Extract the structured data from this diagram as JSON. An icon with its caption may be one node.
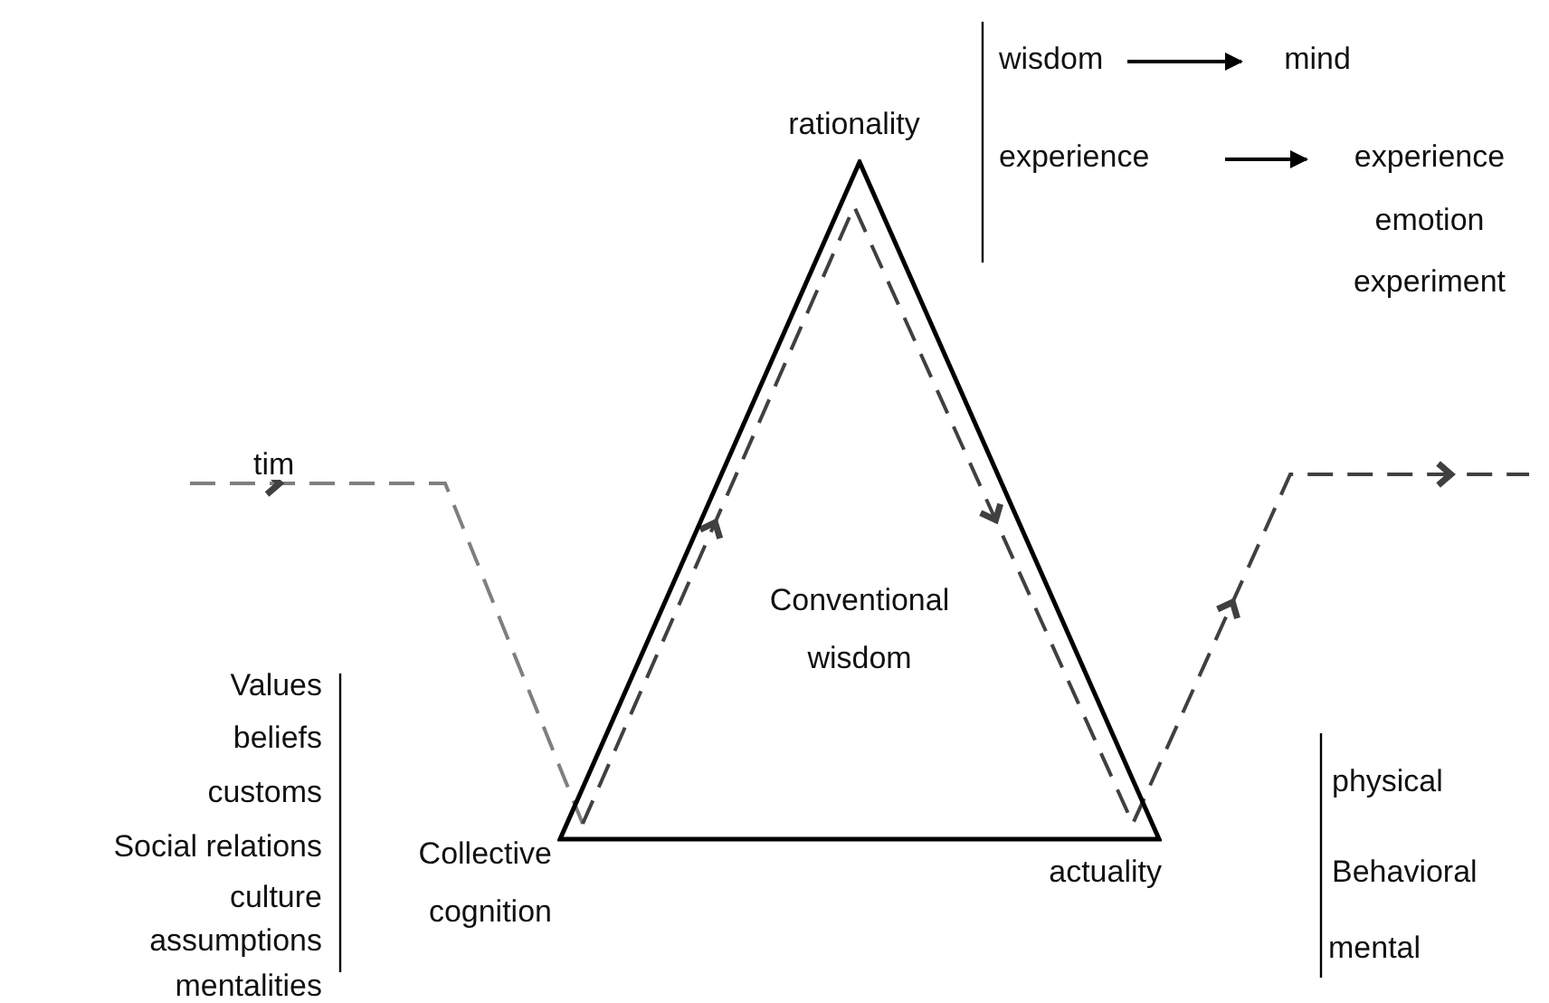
{
  "diagram": {
    "nodes": [
      {
        "text": [
          "wisdom"
        ]
      },
      {
        "text": [
          "mind"
        ]
      },
      {
        "text": [
          "experience"
        ]
      },
      {
        "text": [
          "experience",
          "emotion",
          "experiment"
        ]
      },
      {
        "text": [
          "Conventional wisdom"
        ],
        "beside": [
          "rationality",
          "Collective cognition",
          "actuality"
        ]
      }
    ],
    "edges": [
      {
        "from": 0,
        "to": 1,
        "arrow": "to"
      },
      {
        "from": 2,
        "to": 3,
        "arrow": "to"
      }
    ],
    "labels": [
      "tim",
      "Values",
      "beliefs",
      "customs",
      "Social relations",
      "culture",
      "assumptions",
      "mentalities",
      "physical",
      "Behavioral",
      "mental"
    ]
  }
}
